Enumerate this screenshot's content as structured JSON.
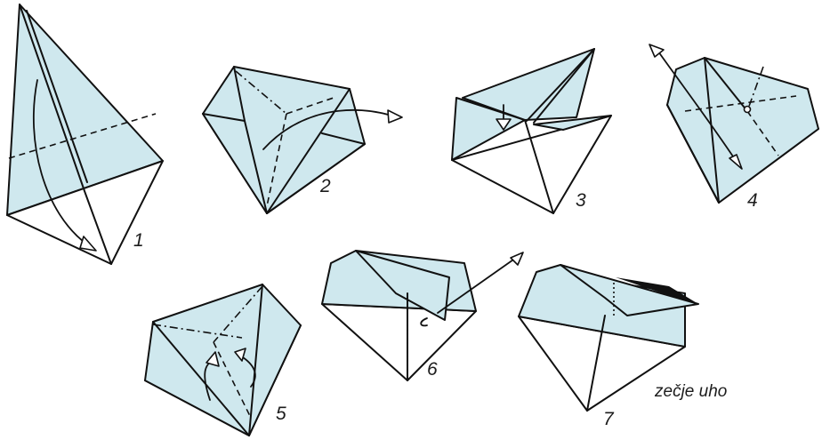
{
  "colors": {
    "paper_blue": "#cfe8ee",
    "ink": "#111111"
  },
  "steps": [
    {
      "label": "1"
    },
    {
      "label": "2"
    },
    {
      "label": "3"
    },
    {
      "label": "4"
    },
    {
      "label": "5"
    },
    {
      "label": "6"
    },
    {
      "label": "7"
    }
  ],
  "caption": "zečje uho"
}
